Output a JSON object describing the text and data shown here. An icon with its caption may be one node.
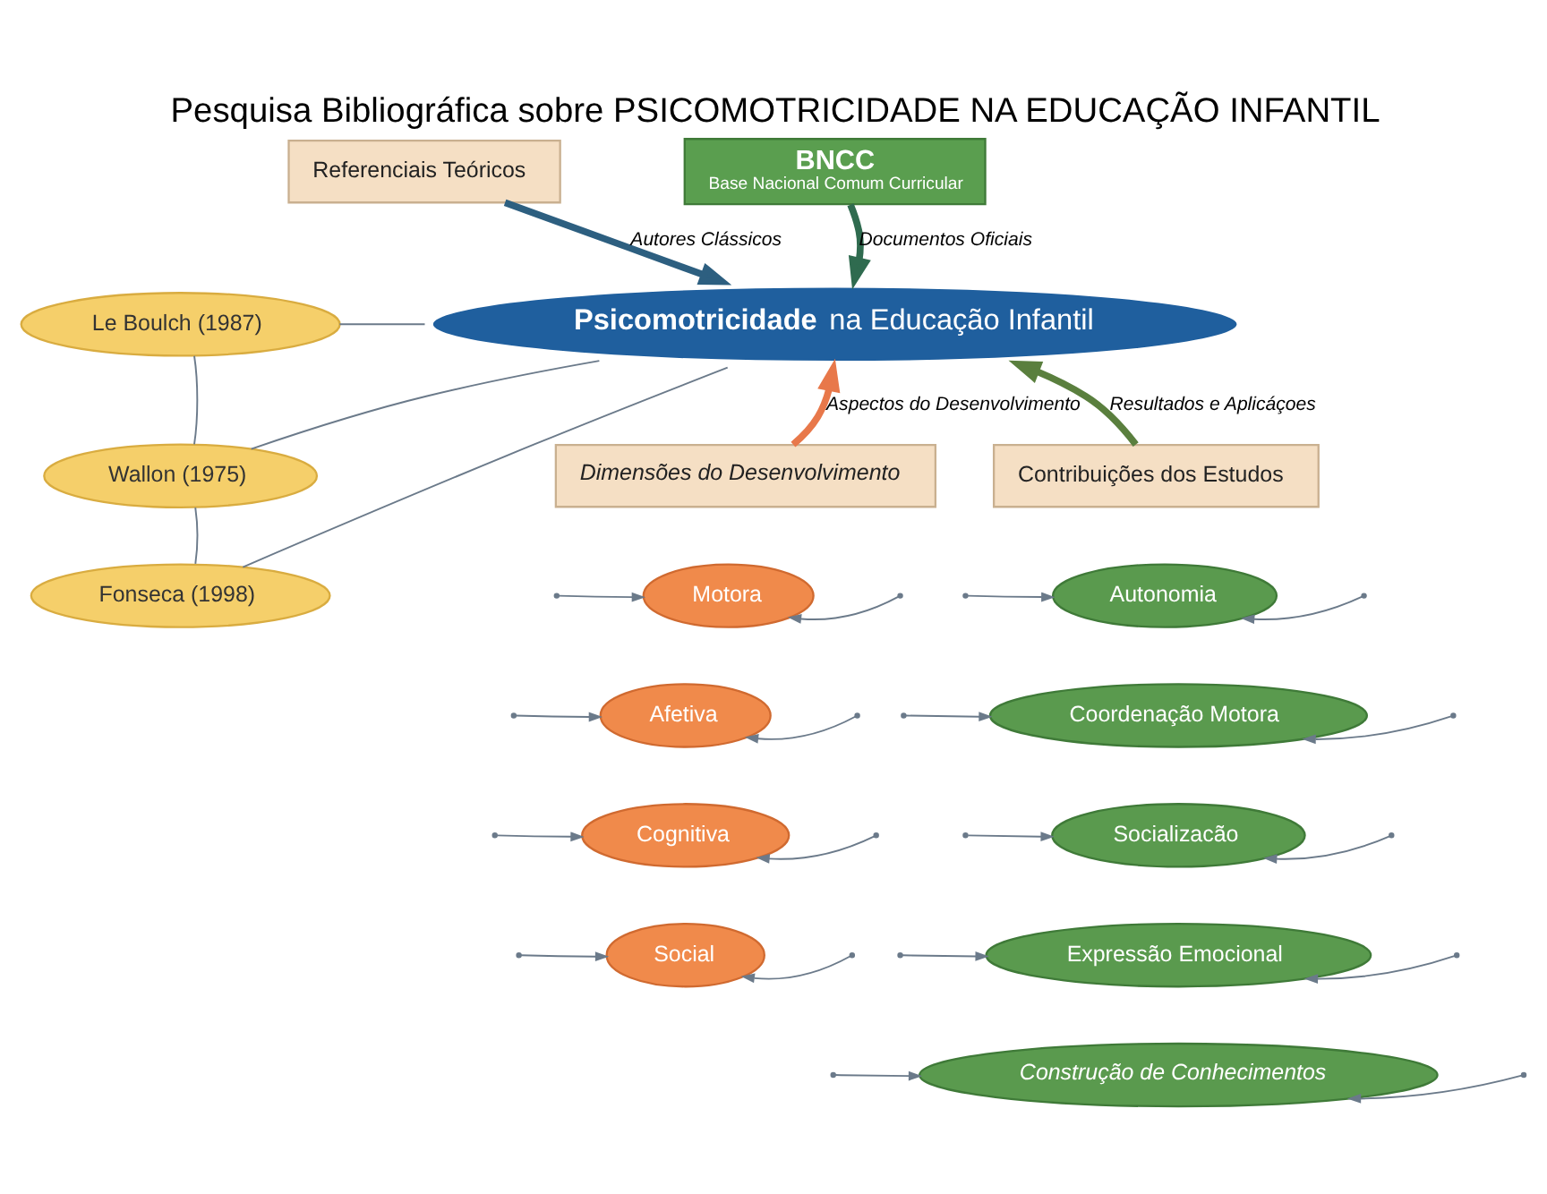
{
  "diagram": {
    "title": "Pesquisa Bibliográfica sobre PSICOMOTRICIDADE NA EDUCAÇÃO INFANTIL",
    "nodes": [
      {
        "text": [
          "Referenciais Teóricos"
        ]
      },
      {
        "text": [
          "Le Boulch (1987)"
        ]
      },
      {
        "text": [
          "Wallon (1975)"
        ]
      },
      {
        "text": [
          "Fonseca (1998)"
        ]
      },
      {
        "text": [
          "**Psicomotricidade** na Educação Infantil"
        ]
      },
      {
        "text": [
          "BNCC",
          "Base Nacional Comum Curricular"
        ]
      },
      {
        "text": [
          "Dimensões do Desenvolvimento"
        ]
      },
      {
        "text": [
          "Motora"
        ]
      },
      {
        "text": [
          "Afetiva"
        ]
      },
      {
        "text": [
          "Cognitiva"
        ]
      },
      {
        "text": [
          "Social"
        ]
      },
      {
        "text": [
          "Contribuições dos Estudos"
        ]
      },
      {
        "text": [
          "Autonomia"
        ]
      },
      {
        "text": [
          "Coordenação Motora"
        ]
      },
      {
        "text": [
          "Socializacão"
        ]
      },
      {
        "text": [
          "Expressão Emocional"
        ]
      },
      {
        "text": [
          "Construção de Conhecimentos"
        ]
      }
    ],
    "edges": [
      {
        "from": 0,
        "to": 4,
        "arrow": "to",
        "label": "Autores Clássicos",
        "style": "thick",
        "color": "#2d5f80"
      },
      {
        "from": 5,
        "to": 4,
        "arrow": "to",
        "label": "Documentos Oficiais",
        "style": "thick",
        "color": "#2f6b4f"
      },
      {
        "from": 6,
        "to": 4,
        "arrow": "to",
        "label": "Aspectos do Desenvolvimento",
        "style": "thick",
        "color": "#e8784a"
      },
      {
        "from": 11,
        "to": 4,
        "arrow": "to",
        "label": "Resultados e Aplicáçoes",
        "style": "thick",
        "color": "#5a7f3e"
      },
      {
        "from": 1,
        "to": 2,
        "arrow": "none"
      },
      {
        "from": 2,
        "to": 3,
        "arrow": "none"
      },
      {
        "from": 1,
        "to": 4,
        "arrow": "none"
      },
      {
        "from": 2,
        "to": 4,
        "arrow": "none"
      },
      {
        "from": 3,
        "to": 4,
        "arrow": "none"
      },
      {
        "from": null,
        "to": 7,
        "arrow": "to"
      },
      {
        "from": null,
        "to": 7,
        "arrow": "to"
      },
      {
        "from": null,
        "to": 8,
        "arrow": "to"
      },
      {
        "from": null,
        "to": 8,
        "arrow": "to"
      },
      {
        "from": null,
        "to": 9,
        "arrow": "to"
      },
      {
        "from": null,
        "to": 9,
        "arrow": "to"
      },
      {
        "from": null,
        "to": 10,
        "arrow": "to"
      },
      {
        "from": null,
        "to": 10,
        "arrow": "to"
      },
      {
        "from": null,
        "to": 12,
        "arrow": "to"
      },
      {
        "from": null,
        "to": 12,
        "arrow": "to"
      },
      {
        "from": null,
        "to": 13,
        "arrow": "to"
      },
      {
        "from": null,
        "to": 13,
        "arrow": "to"
      },
      {
        "from": null,
        "to": 14,
        "arrow": "to"
      },
      {
        "from": null,
        "to": 14,
        "arrow": "to"
      },
      {
        "from": null,
        "to": 15,
        "arrow": "to"
      },
      {
        "from": null,
        "to": 15,
        "arrow": "to"
      },
      {
        "from": null,
        "to": 16,
        "arrow": "to"
      },
      {
        "from": null,
        "to": 16,
        "arrow": "to"
      }
    ]
  }
}
